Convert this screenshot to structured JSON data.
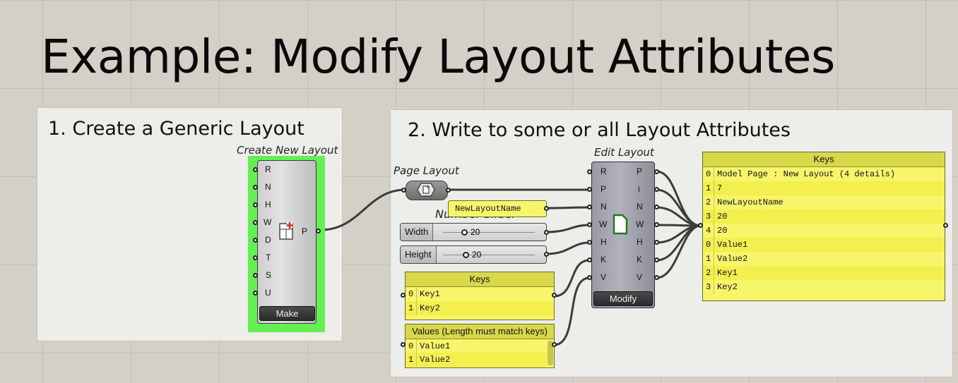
{
  "title": "Example: Modify Layout Attributes",
  "group1": {
    "title": "1. Create a Generic Layout",
    "component": {
      "nickname": "Create New Layout",
      "inputs": [
        "R",
        "N",
        "H",
        "W",
        "D",
        "T",
        "S",
        "U"
      ],
      "output": "P",
      "button": "Make"
    }
  },
  "group2": {
    "title": "2. Write to some or all Layout Attributes",
    "page_layout": {
      "nickname": "Page Layout"
    },
    "name_panel": {
      "value": "NewLayoutName"
    },
    "number_slider_caption": "Number Slider",
    "sliders": [
      {
        "label": "Width",
        "value": "20"
      },
      {
        "label": "Height",
        "value": "20"
      }
    ],
    "keys_panel": {
      "header": "Keys",
      "rows": [
        {
          "i": "0",
          "v": "Key1"
        },
        {
          "i": "1",
          "v": "Key2"
        }
      ]
    },
    "values_panel": {
      "header": "Values (Length must match keys)",
      "rows": [
        {
          "i": "0",
          "v": "Value1"
        },
        {
          "i": "1",
          "v": "Value2"
        }
      ]
    },
    "edit_layout": {
      "nickname": "Edit Layout",
      "inputs": [
        "R",
        "P",
        "N",
        "W",
        "H",
        "K",
        "V"
      ],
      "outputs": [
        "P",
        "i",
        "N",
        "W",
        "H",
        "K",
        "V"
      ],
      "button": "Modify"
    },
    "output_panel": {
      "header": "Keys",
      "rows": [
        {
          "i": "0",
          "v": "Model Page : New Layout (4 details)"
        },
        {
          "i": "1",
          "v": "7"
        },
        {
          "i": "2",
          "v": "NewLayoutName"
        },
        {
          "i": "3",
          "v": "20"
        },
        {
          "i": "4",
          "v": "20"
        },
        {
          "i": "0",
          "v": "Value1"
        },
        {
          "i": "1",
          "v": "Value2"
        },
        {
          "i": "2",
          "v": "Key1"
        },
        {
          "i": "3",
          "v": "Key2"
        }
      ]
    }
  },
  "colors": {
    "canvas": "#d4d0c8",
    "group_fill": "#ededea",
    "panel_yellow": "#f7f56a",
    "selection_green": "#66ee55"
  },
  "icons": [
    "new-layout-icon",
    "page-layout-icon",
    "edit-layout-icon"
  ]
}
